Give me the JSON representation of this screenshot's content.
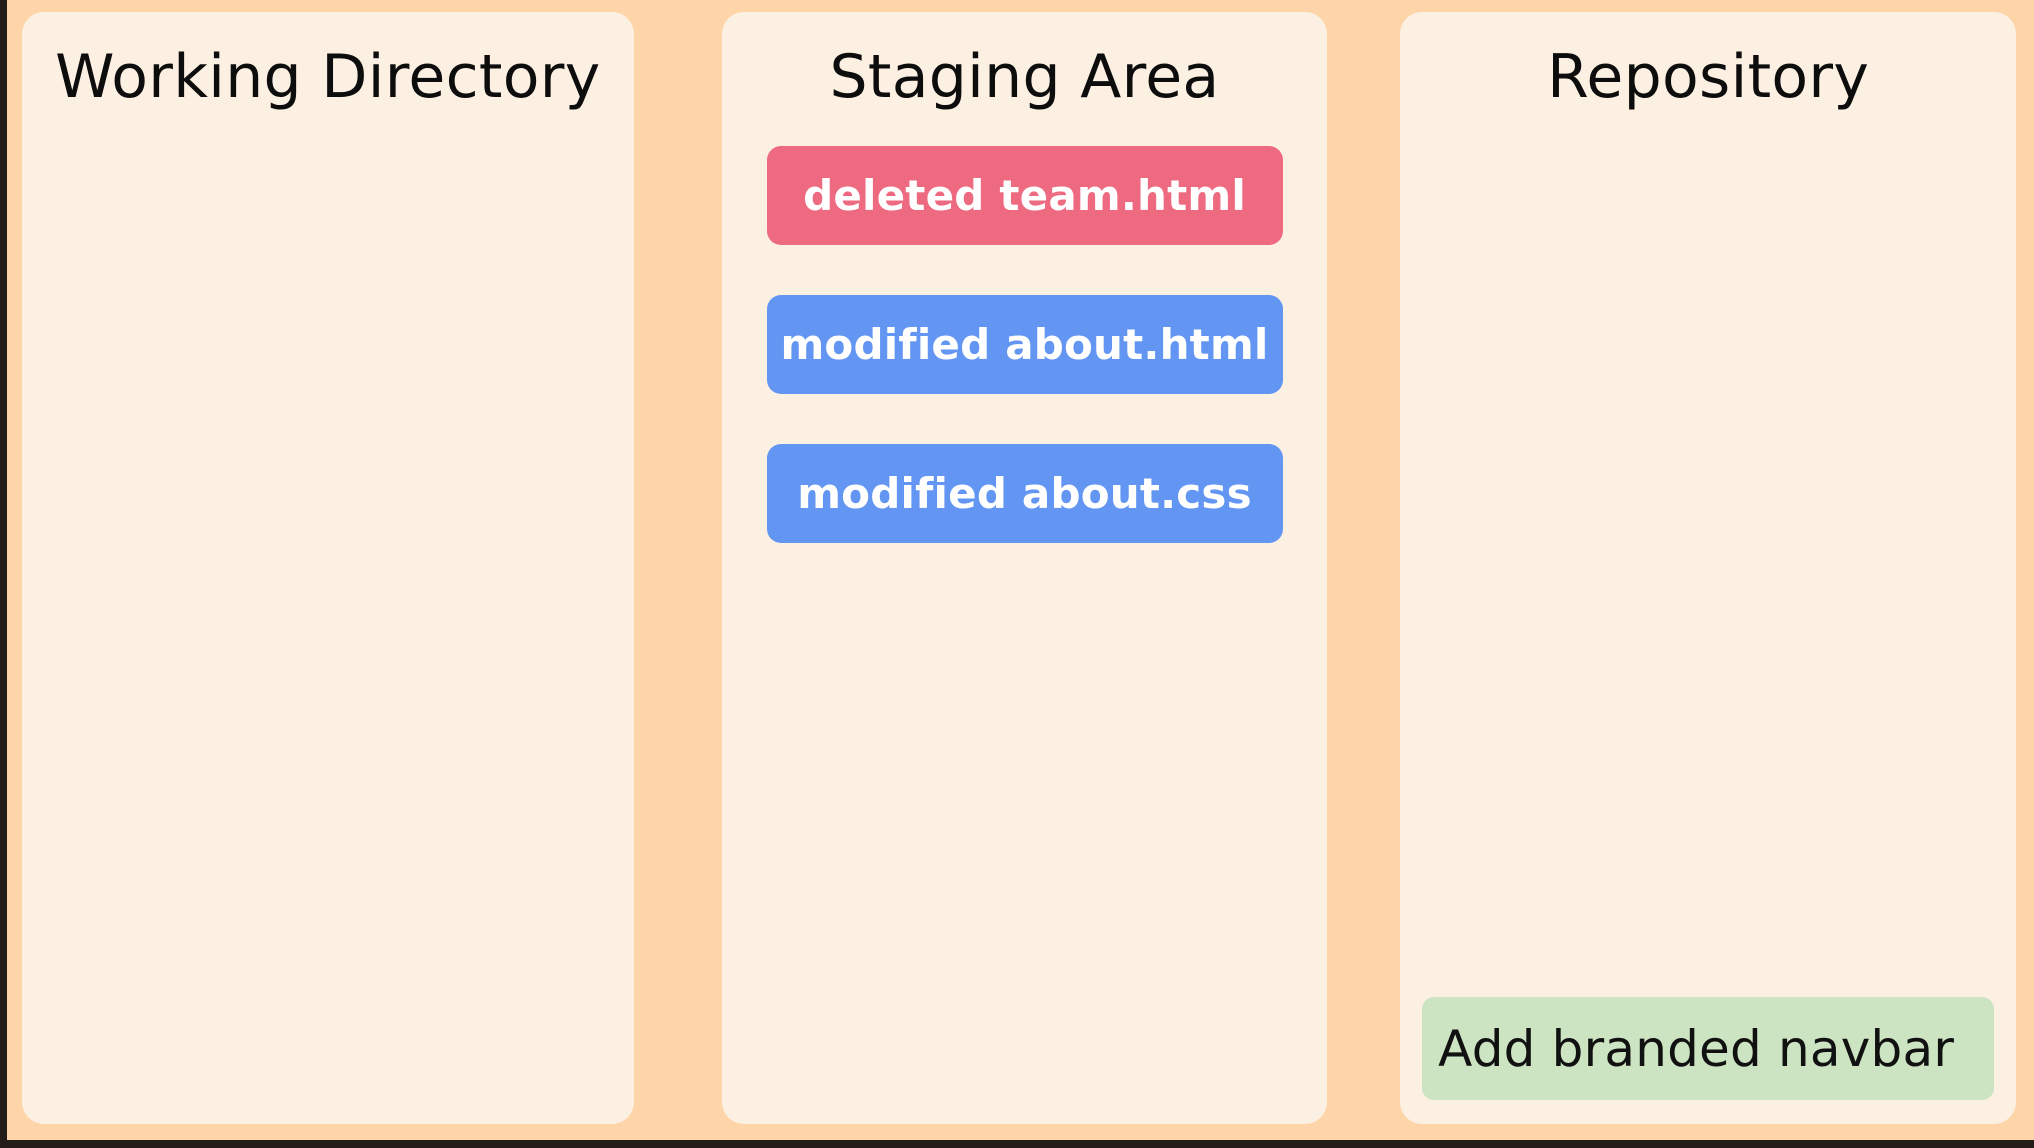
{
  "diagram": {
    "type": "git-workflow-three-column",
    "background_color": "#fed5a8",
    "panel_color": "#fcf0e3",
    "edge_color": "#231c18"
  },
  "columns": [
    {
      "id": "working-directory",
      "title": "Working Directory",
      "files": [],
      "commits": []
    },
    {
      "id": "staging-area",
      "title": "Staging Area",
      "files": [
        {
          "label": "deleted team.html",
          "status": "deleted",
          "color": "#ee6a80",
          "text_color": "#ffffff"
        },
        {
          "label": "modified about.html",
          "status": "modified",
          "color": "#6396f2",
          "text_color": "#ffffff"
        },
        {
          "label": "modified about.css",
          "status": "modified",
          "color": "#6396f2",
          "text_color": "#ffffff"
        }
      ],
      "commits": []
    },
    {
      "id": "repository",
      "title": "Repository",
      "files": [],
      "commits": [
        {
          "message": "Add branded navbar",
          "color": "#cce4c2",
          "text_color": "#111111"
        }
      ]
    }
  ]
}
